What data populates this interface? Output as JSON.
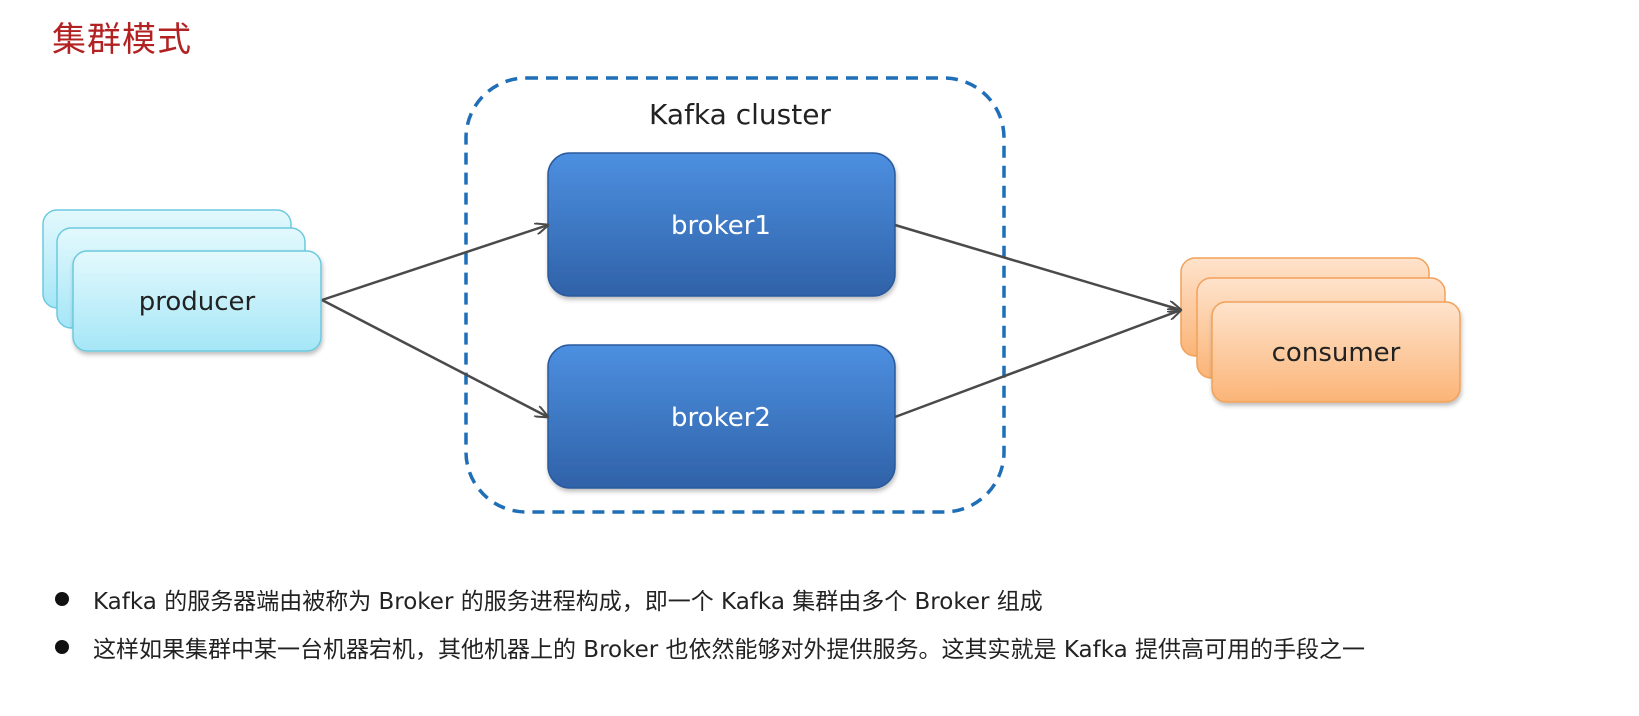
{
  "title": "集群模式",
  "diagram": {
    "cluster_label": "Kafka cluster",
    "producer_label": "producer",
    "broker1_label": "broker1",
    "broker2_label": "broker2",
    "consumer_label": "consumer"
  },
  "bullets": [
    "Kafka 的服务器端由被称为 Broker 的服务进程构成，即一个 Kafka 集群由多个 Broker 组成",
    "这样如果集群中某一台机器宕机，其他机器上的 Broker 也依然能够对外提供服务。这其实就是 Kafka 提供高可用的手段之一"
  ],
  "colors": {
    "title": "#b22222",
    "cluster_border": "#1f6fb8",
    "broker_fill": "#3a78c9",
    "producer_fill": "#bfeffa",
    "consumer_fill": "#fcc08a",
    "arrow": "#4a4a4a"
  }
}
